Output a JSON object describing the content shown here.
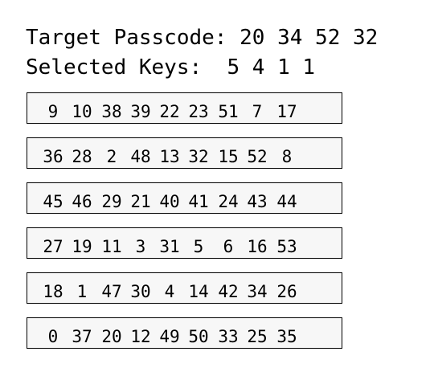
{
  "target": {
    "label": "Target Passcode:",
    "codes": [
      "20",
      "34",
      "52",
      "32"
    ]
  },
  "selected": {
    "label": "Selected Keys:",
    "keys": [
      "5",
      "4",
      "1",
      "1"
    ]
  },
  "keypad": {
    "rows": [
      [
        "9",
        "10",
        "38",
        "39",
        "22",
        "23",
        "51",
        "7",
        "17"
      ],
      [
        "36",
        "28",
        "2",
        "48",
        "13",
        "32",
        "15",
        "52",
        "8"
      ],
      [
        "45",
        "46",
        "29",
        "21",
        "40",
        "41",
        "24",
        "43",
        "44"
      ],
      [
        "27",
        "19",
        "11",
        "3",
        "31",
        "5",
        "6",
        "16",
        "53"
      ],
      [
        "18",
        "1",
        "47",
        "30",
        "4",
        "14",
        "42",
        "34",
        "26"
      ],
      [
        "0",
        "37",
        "20",
        "12",
        "49",
        "50",
        "33",
        "25",
        "35"
      ]
    ]
  }
}
